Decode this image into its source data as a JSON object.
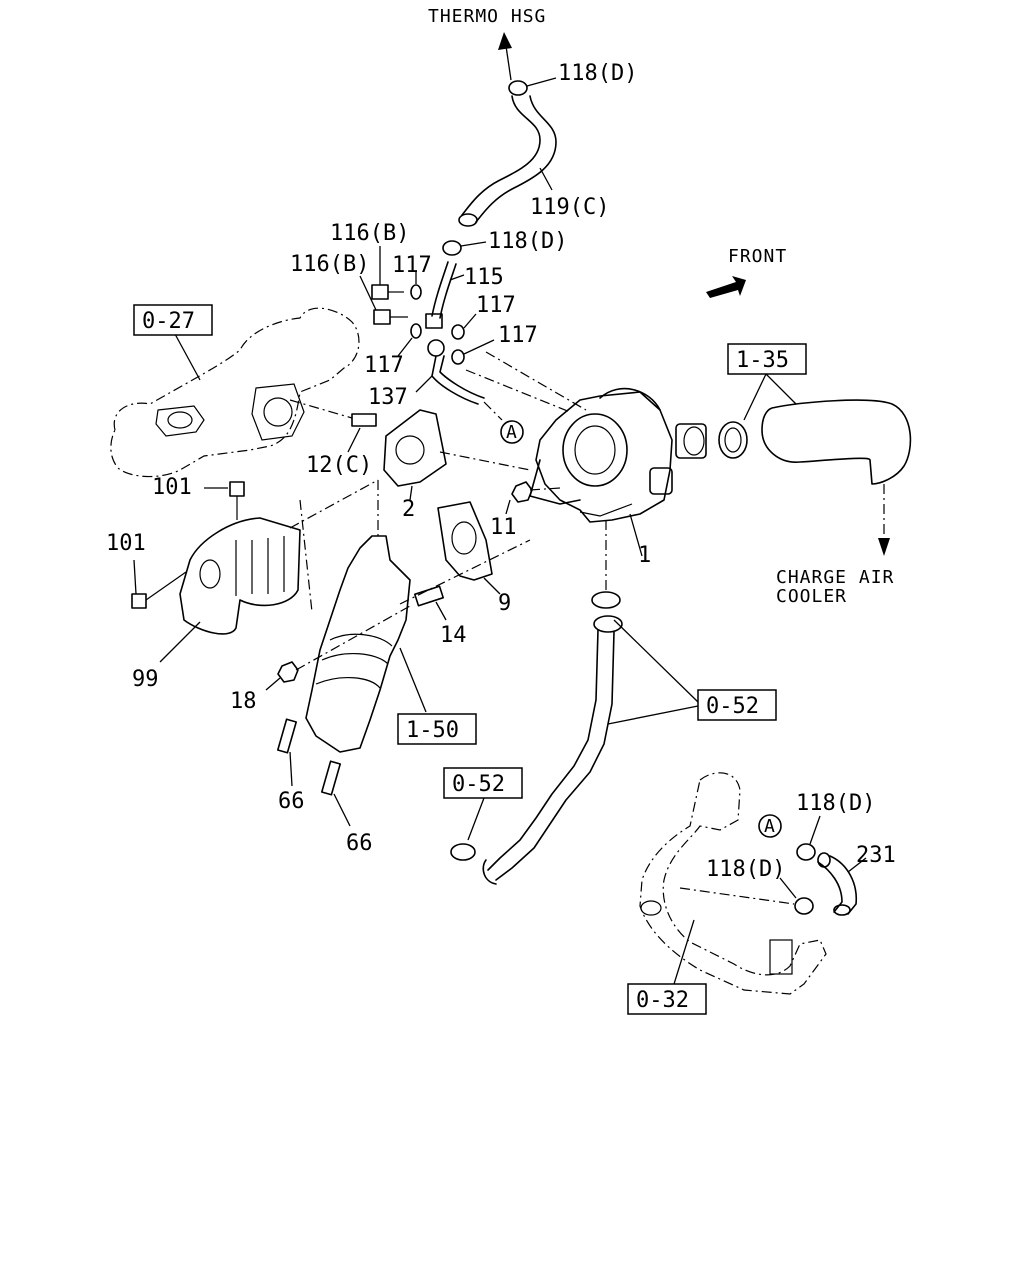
{
  "notes": {
    "thermo_hsg": "THERMO HSG",
    "front": "FRONT",
    "charge_air_line1": "CHARGE AIR",
    "charge_air_line2": "COOLER"
  },
  "ref_boxes": {
    "r0_27": "0-27",
    "r1_35": "1-35",
    "r0_52_a": "0-52",
    "r0_52_b": "0-52",
    "r1_50": "1-50",
    "r0_32": "0-32"
  },
  "callouts": {
    "c118d_top": "118(D)",
    "c119c": "119(C)",
    "c118d_mid": "118(D)",
    "c116b_1": "116(B)",
    "c116b_2": "116(B)",
    "c117_a": "117",
    "c115": "115",
    "c117_b": "117",
    "c117_c": "117",
    "c117_d": "117",
    "c137": "137",
    "c12c": "12(C)",
    "c2": "2",
    "c11": "11",
    "c1": "1",
    "c101_a": "101",
    "c101_b": "101",
    "c9": "9",
    "c14": "14",
    "c99": "99",
    "c18": "18",
    "c66_a": "66",
    "c66_b": "66",
    "c118d_low1": "118(D)",
    "c118d_low2": "118(D)",
    "c231": "231",
    "marker_a1": "A",
    "marker_a2": "A"
  }
}
